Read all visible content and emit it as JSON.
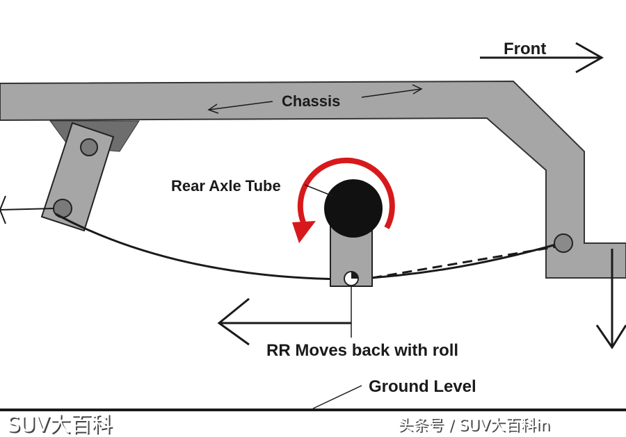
{
  "diagram": {
    "labels": {
      "front": "Front",
      "chassis": "Chassis",
      "rear_axle_tube": "Rear Axle Tube",
      "rr_moves": "RR Moves back with roll",
      "ground_level": "Ground Level"
    },
    "colors": {
      "chassis_fill": "#a6a6a6",
      "rotation_arrow": "#d7191c",
      "axle": "#111111",
      "line": "#1a1a1a"
    },
    "icons": [
      "front-arrow-icon",
      "rotation-arrow-icon",
      "backward-arrow-icon",
      "down-arrow-icon"
    ]
  },
  "watermark": {
    "left": "SUV大百科",
    "right": "头条号 / SUV大百科in"
  }
}
